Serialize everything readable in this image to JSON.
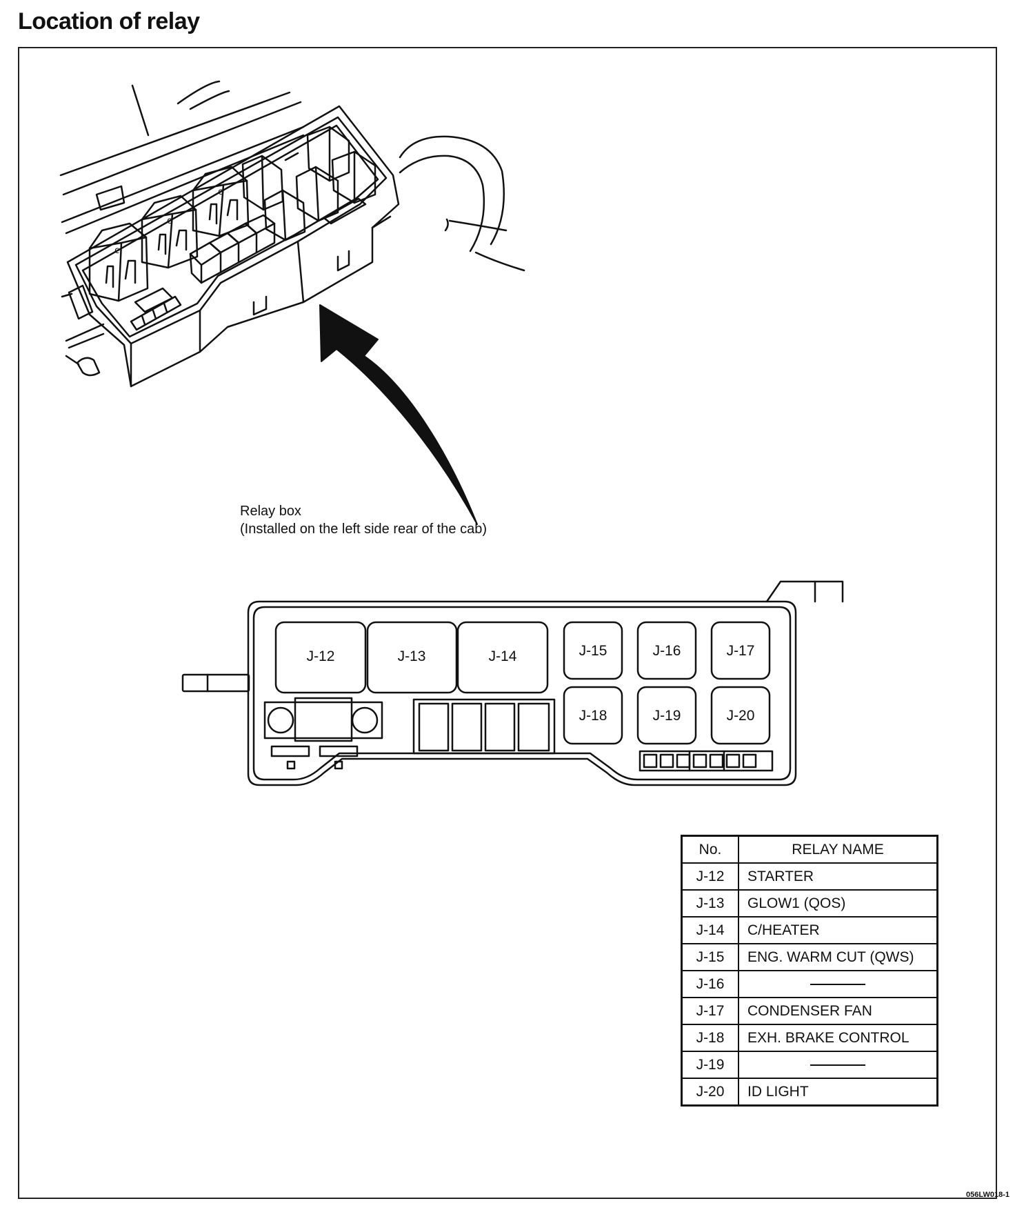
{
  "title": "Location of relay",
  "caption": {
    "line1": "Relay box",
    "line2": "(Installed on the left side rear of the cab)"
  },
  "relay_slots": [
    "J-12",
    "J-13",
    "J-14",
    "J-15",
    "J-16",
    "J-17",
    "J-18",
    "J-19",
    "J-20"
  ],
  "table": {
    "headers": {
      "no": "No.",
      "name": "RELAY NAME"
    },
    "rows": [
      {
        "no": "J-12",
        "name": "STARTER"
      },
      {
        "no": "J-13",
        "name": "GLOW1 (QOS)"
      },
      {
        "no": "J-14",
        "name": "C/HEATER"
      },
      {
        "no": "J-15",
        "name": "ENG. WARM CUT (QWS)"
      },
      {
        "no": "J-16",
        "name": ""
      },
      {
        "no": "J-17",
        "name": "CONDENSER FAN"
      },
      {
        "no": "J-18",
        "name": "EXH. BRAKE CONTROL"
      },
      {
        "no": "J-19",
        "name": ""
      },
      {
        "no": "J-20",
        "name": "ID LIGHT"
      }
    ]
  },
  "figure_code": "056LW018-1"
}
